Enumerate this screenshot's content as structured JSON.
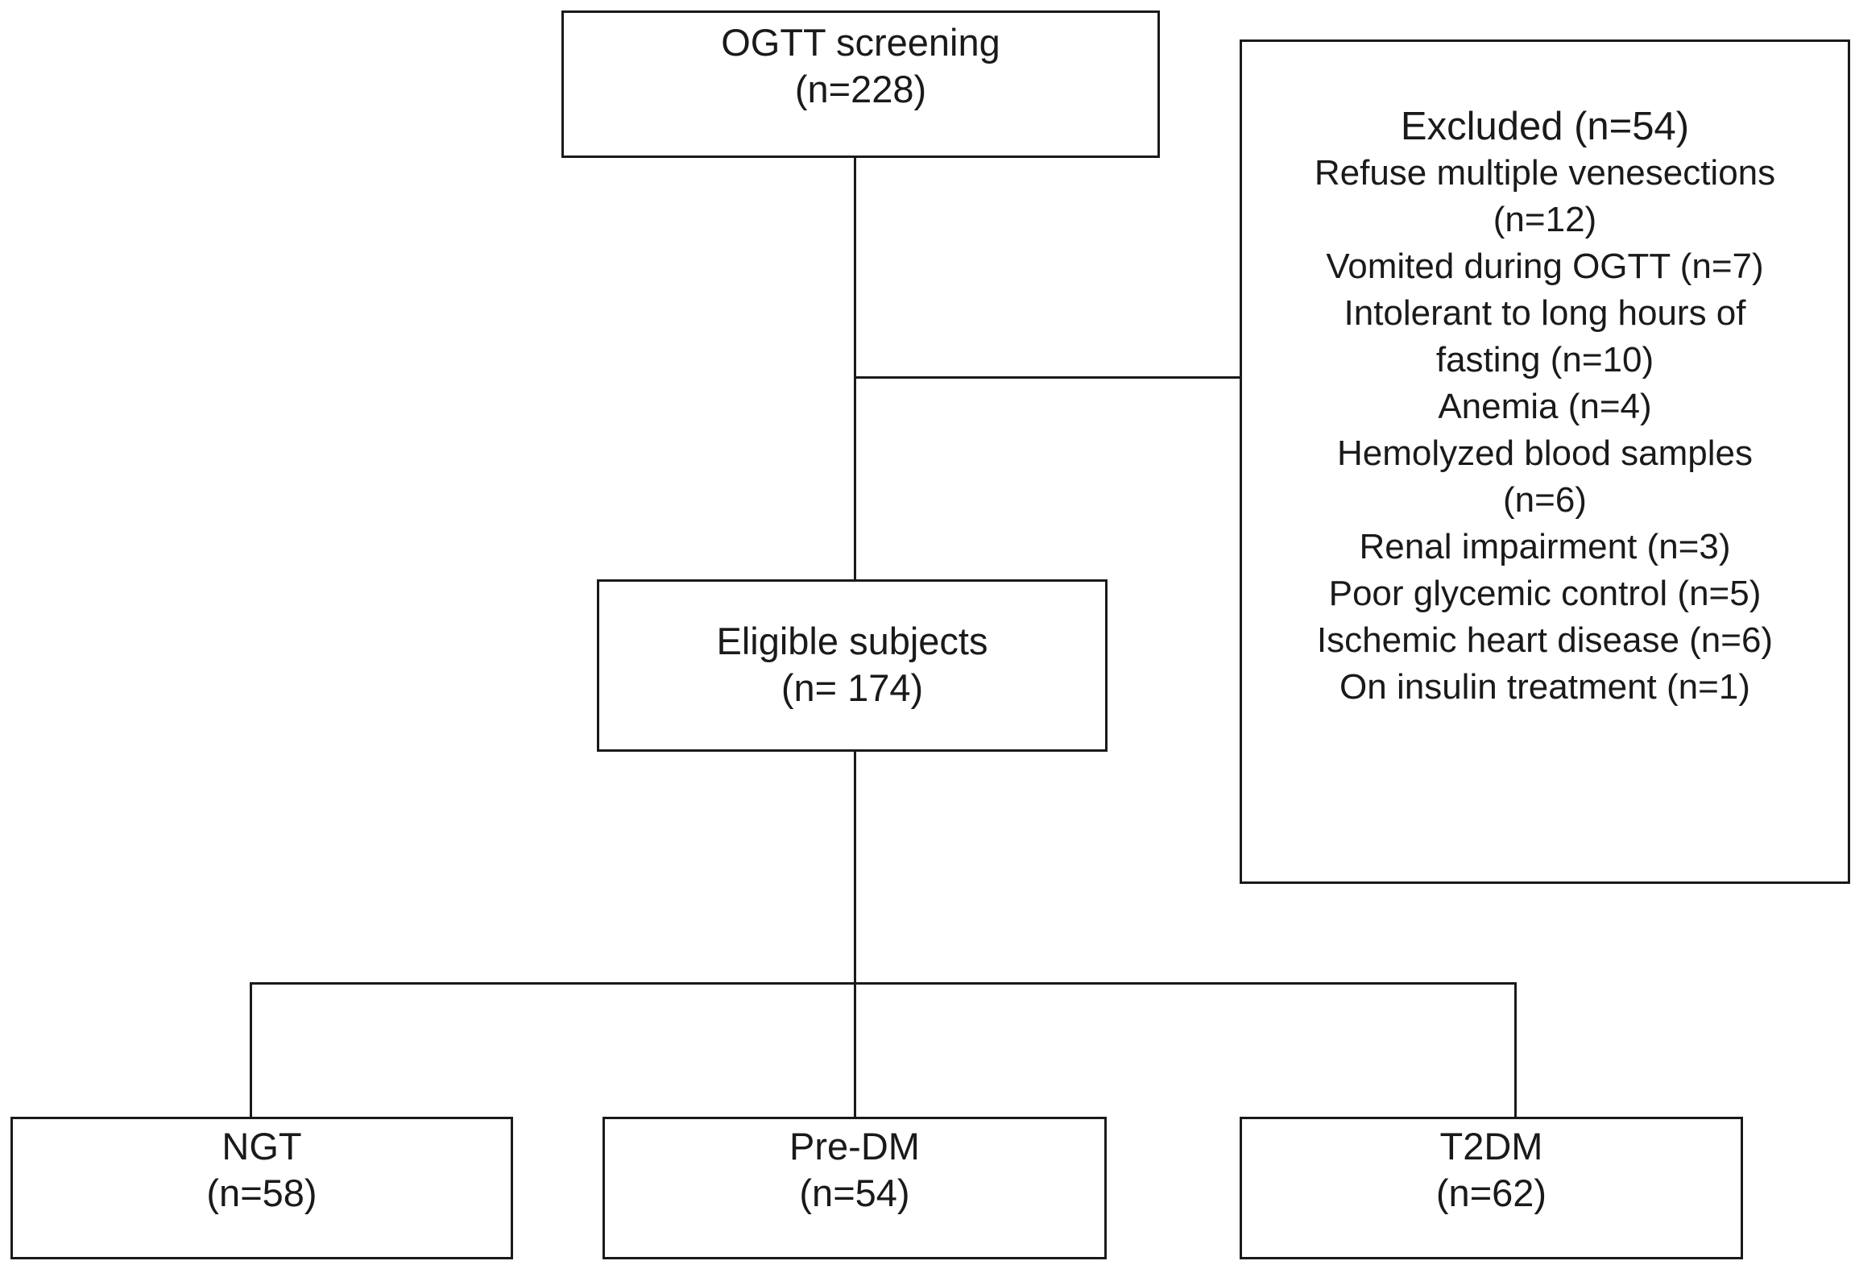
{
  "flowchart": {
    "screening": {
      "label": "OGTT screening",
      "count": "(n=228)"
    },
    "excluded": {
      "title": "Excluded (n=54)",
      "lines": [
        "Refuse multiple venesections",
        "(n=12)",
        "Vomited during OGTT (n=7)",
        "Intolerant to long hours of",
        "fasting (n=10)",
        "Anemia (n=4)",
        "Hemolyzed blood samples",
        "(n=6)",
        "Renal impairment (n=3)",
        "Poor glycemic control (n=5)",
        "Ischemic heart disease (n=6)",
        "On insulin treatment (n=1)"
      ]
    },
    "eligible": {
      "label": "Eligible subjects",
      "count": "(n= 174)"
    },
    "groups": [
      {
        "label": "NGT",
        "count": "(n=58)"
      },
      {
        "label": "Pre-DM",
        "count": "(n=54)"
      },
      {
        "label": "T2DM",
        "count": "(n=62)"
      }
    ]
  }
}
